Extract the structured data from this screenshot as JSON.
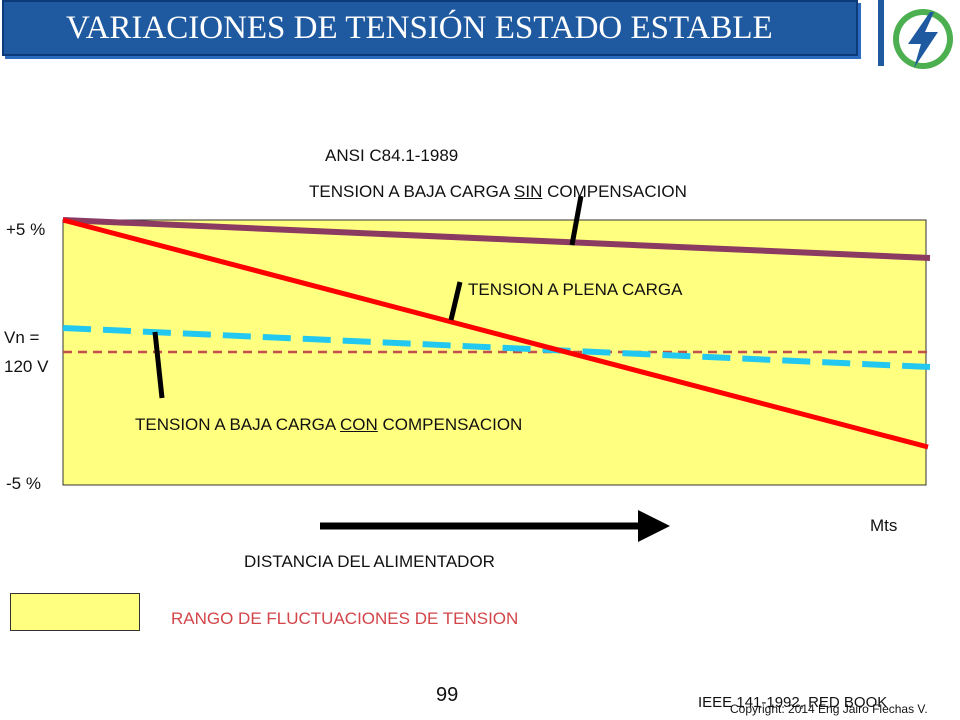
{
  "title": "VARIACIONES DE TENSIÓN ESTADO ESTABLE",
  "standard": "ANSI C84.1-1989",
  "labels": {
    "sin_compensacion": {
      "prefix": "TENSION A BAJA CARGA ",
      "underlined": "SIN",
      "suffix": " COMPENSACION"
    },
    "plena_carga": "TENSION A PLENA CARGA",
    "con_compensacion": {
      "prefix": "TENSION A BAJA CARGA ",
      "underlined": "CON",
      "suffix": " COMPENSACION"
    }
  },
  "axis": {
    "plus5": "+5 %",
    "vn_line1": "Vn =",
    "vn_line2": "120 V",
    "minus5": "-5 %",
    "units": "Mts",
    "distance": "DISTANCIA DEL ALIMENTADOR"
  },
  "legend": {
    "label": "RANGO DE FLUCTUACIONES DE TENSION",
    "swatch_color": "#ffff80"
  },
  "footer": {
    "page_number": "99",
    "reference": "IEEE 141-1992, RED BOOK",
    "copyright": "Copyright: 2014 Eng Jairo Flechas V."
  },
  "colors": {
    "range_fill": "#ffff80",
    "title_bg": "#1f5aa0",
    "full_load_line": "#ff0000",
    "no_comp_line": "#8b3a62",
    "comp_line": "#22c8f0",
    "nominal_line": "#c0504d",
    "arrow": "#000000"
  }
}
